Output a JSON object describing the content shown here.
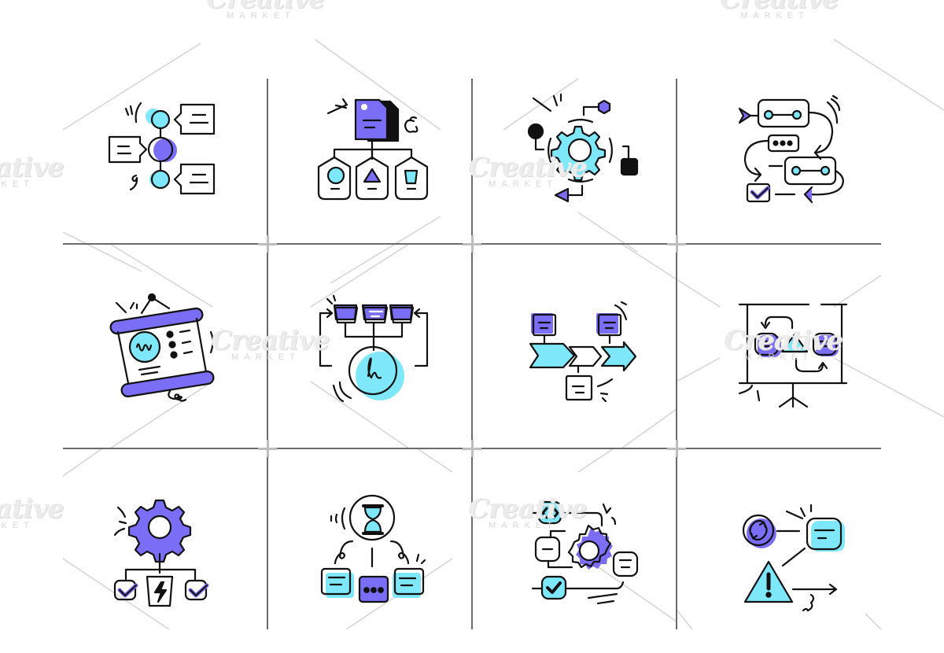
{
  "watermark": {
    "brand": "Creative",
    "sub": "MARKET"
  },
  "colors": {
    "purple": "#7b6ef6",
    "cyan": "#7ee8fa",
    "ink": "#111111",
    "grid": "#6b6b6b",
    "background": "#ffffff"
  },
  "grid": {
    "columns": 4,
    "rows": 3,
    "x_lines": [
      340,
      600,
      860
    ],
    "y_lines": [
      310,
      570
    ]
  },
  "icons": [
    {
      "id": "timeline-nodes",
      "label": "timeline nodes with speech bubbles"
    },
    {
      "id": "document-hierarchy",
      "label": "document hierarchy tree"
    },
    {
      "id": "gear-process",
      "label": "gear with connected shapes"
    },
    {
      "id": "flow-steps",
      "label": "workflow steps with check"
    },
    {
      "id": "scroll-board",
      "label": "hanging presentation scroll"
    },
    {
      "id": "signature-flow",
      "label": "signature cycle diagram"
    },
    {
      "id": "chevron-process",
      "label": "chevron process arrows"
    },
    {
      "id": "presentation-board",
      "label": "presentation board with shapes"
    },
    {
      "id": "gear-tasks",
      "label": "gear with tasks and lightning"
    },
    {
      "id": "hourglass-tasks",
      "label": "hourglass with task cards"
    },
    {
      "id": "code-gear-flow",
      "label": "code gear checklist flow"
    },
    {
      "id": "warning-flow",
      "label": "refresh, message and warning flow"
    }
  ]
}
